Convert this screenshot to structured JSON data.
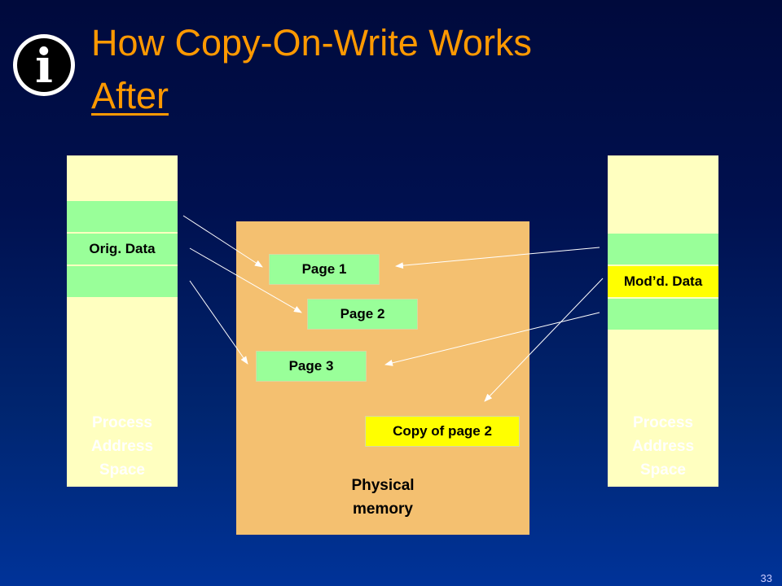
{
  "title": {
    "line1": "How Copy-On-Write Works",
    "line2": "After"
  },
  "info_icon_glyph": "i",
  "left_process": {
    "caption": [
      "Process",
      "Address",
      "Space"
    ],
    "data_label": "Orig. Data"
  },
  "right_process": {
    "caption": [
      "Process",
      "Address",
      "Space"
    ],
    "data_label": "Mod’d. Data"
  },
  "memory": {
    "pages": [
      "Page 1",
      "Page 2",
      "Page 3"
    ],
    "copy_label": "Copy of page 2",
    "caption": [
      "Physical",
      "memory"
    ]
  },
  "slide_number": "33",
  "colors": {
    "title": "#ff9900",
    "address_space": "#ffffc0",
    "page_green": "#99ff99",
    "modified_yellow": "#ffff00",
    "physical_memory": "#f4c070"
  }
}
